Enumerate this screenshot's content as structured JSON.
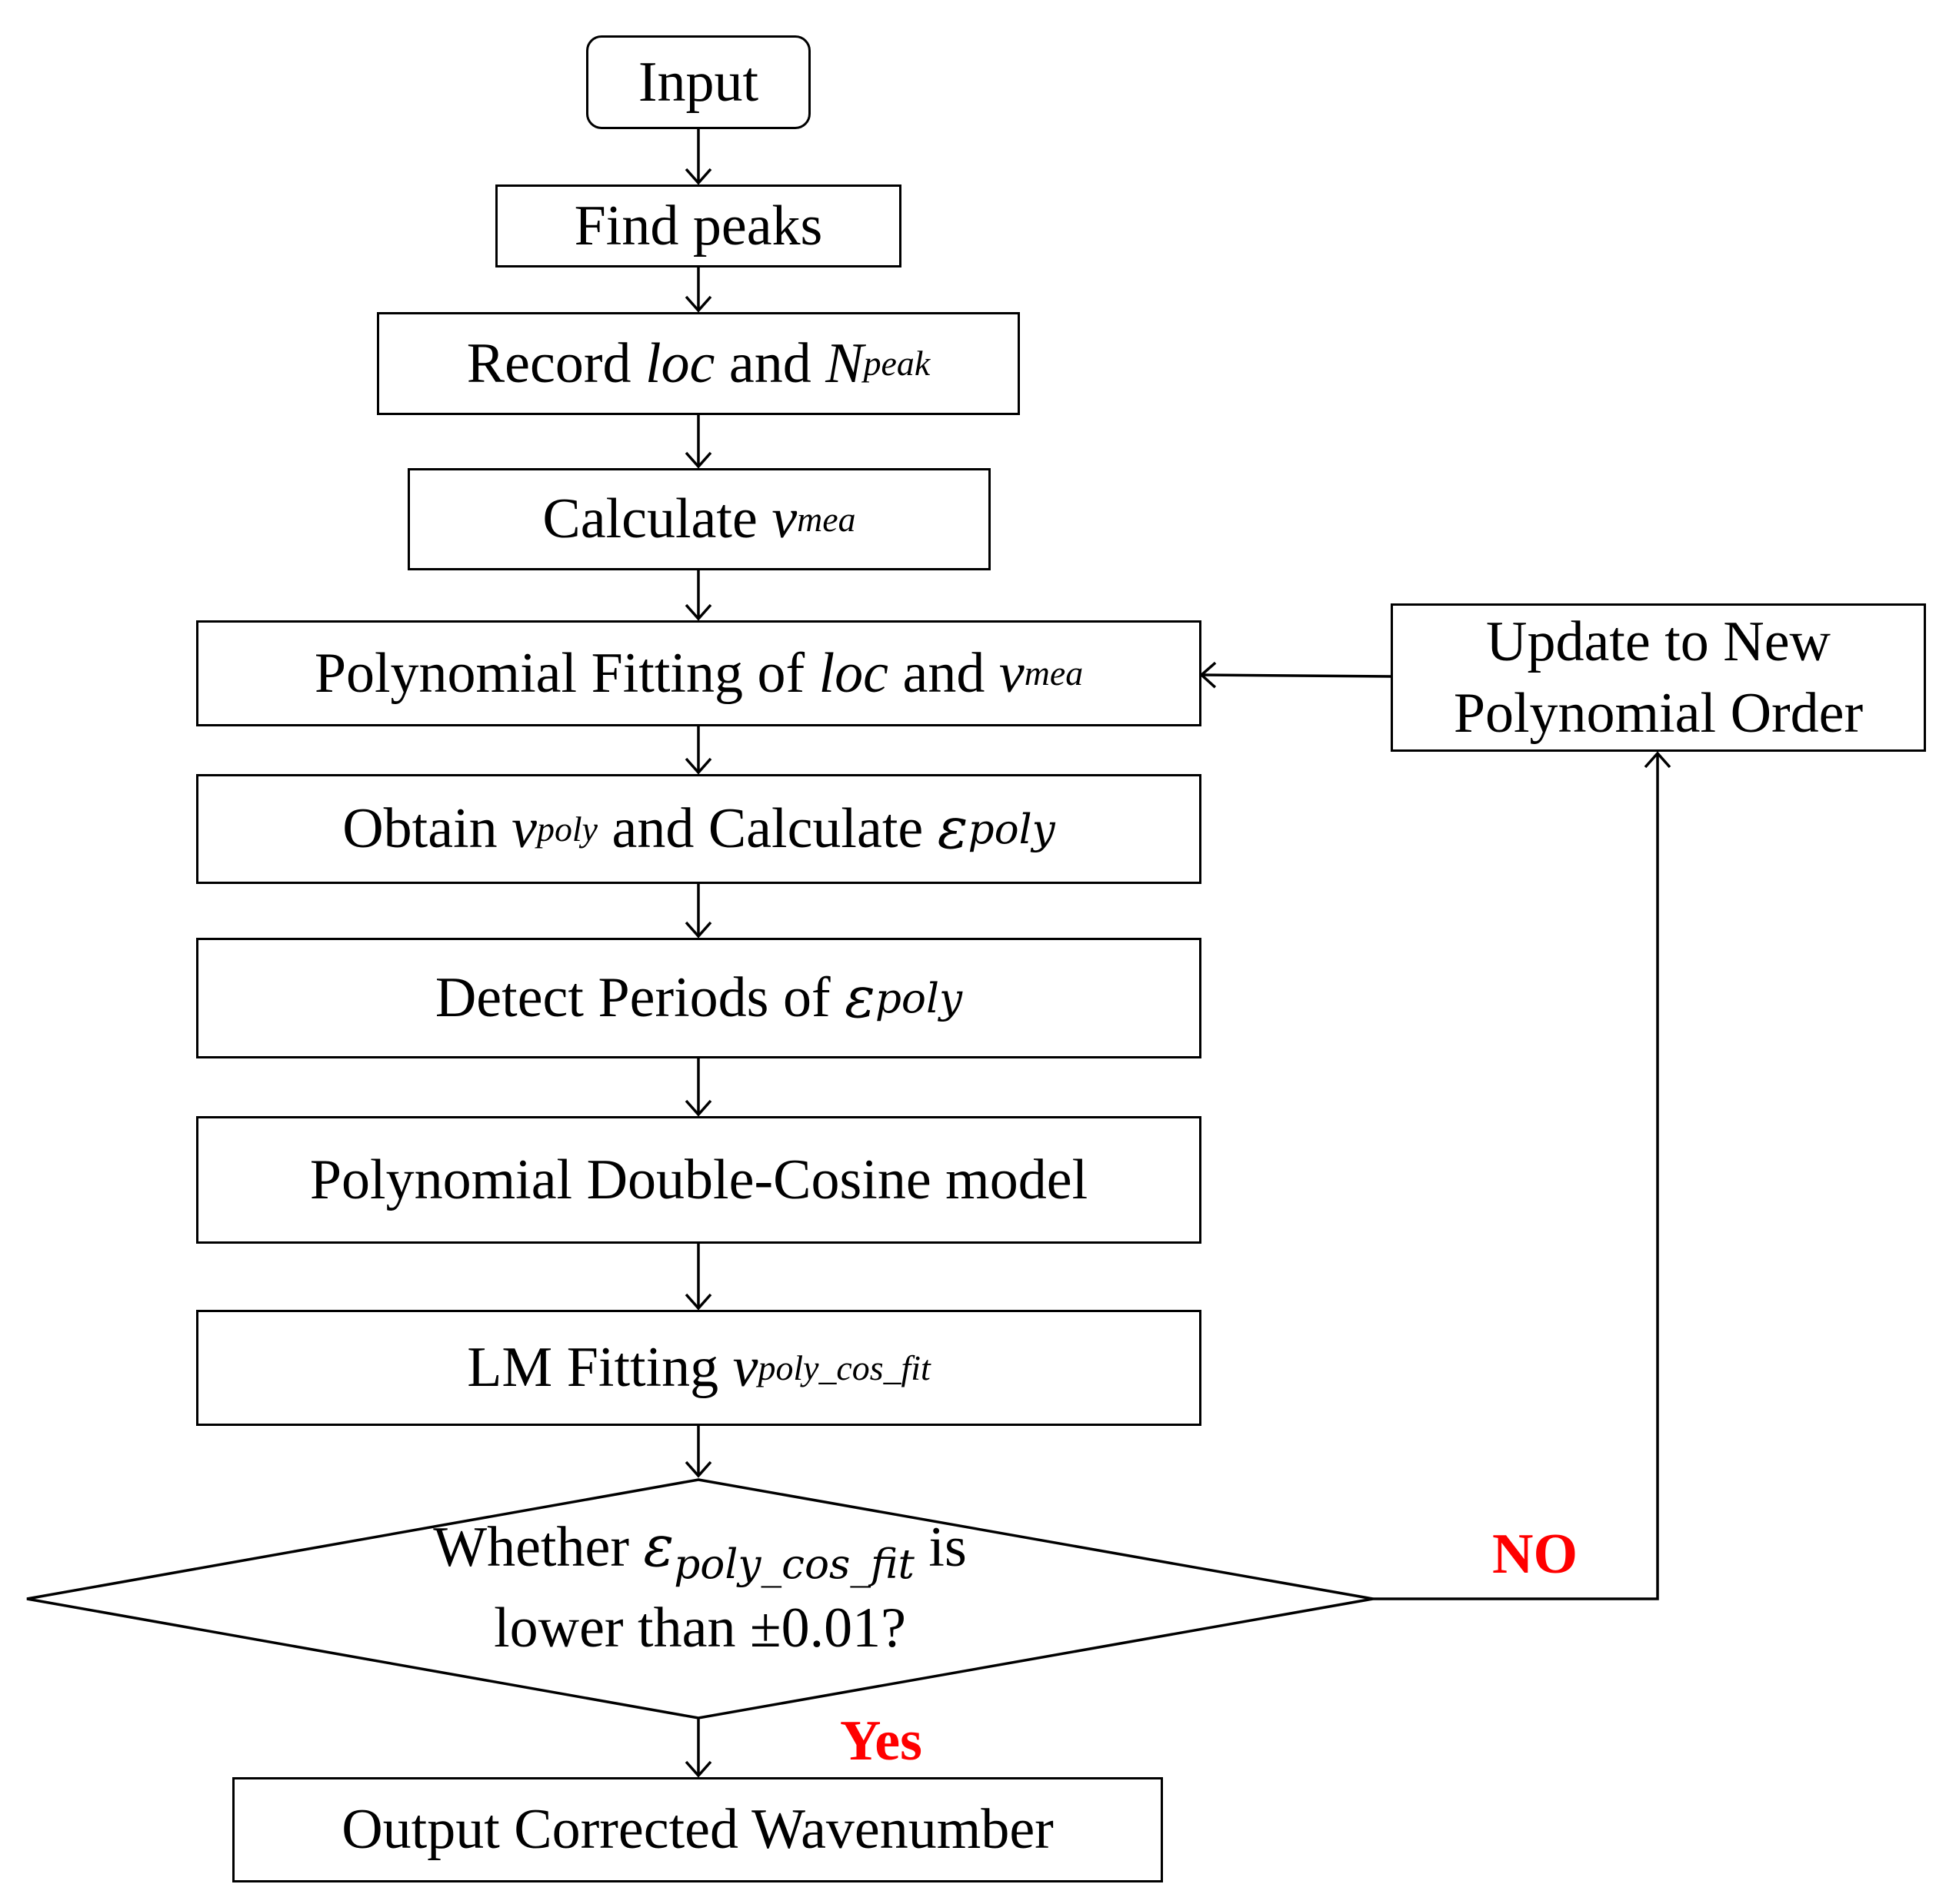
{
  "flowchart": {
    "accent_color": "#ff0000",
    "steps": {
      "input": {
        "label": "Input"
      },
      "find_peaks": {
        "label": "Find peaks"
      },
      "record": {
        "prefix": "Record ",
        "var1": "loc",
        "mid": " and ",
        "var2": "N",
        "var2_sub": "peak"
      },
      "calculate": {
        "prefix": "Calculate ",
        "var": "v",
        "var_sub": "mea"
      },
      "poly_fit": {
        "prefix": "Polynomial Fitting of ",
        "var1": "loc",
        "mid": " and ",
        "var2": "v",
        "var2_sub": "mea"
      },
      "obtain": {
        "prefix": "Obtain ",
        "var1": "v",
        "var1_sub": "poly",
        "mid": " and Calculate ",
        "var2": "ε",
        "var2_sub": "poly"
      },
      "detect": {
        "prefix": "Detect Periods of ",
        "var": "ε",
        "var_sub": "poly"
      },
      "model": {
        "label": "Polynomial Double-Cosine model"
      },
      "lm_fit": {
        "prefix": "LM Fitting ",
        "var": "v",
        "var_sub": "poly_cos_fit"
      },
      "update": {
        "line1": "Update to New",
        "line2": "Polynomial Order"
      },
      "output": {
        "label": "Output Corrected Wavenumber"
      }
    },
    "decision": {
      "line1_prefix": "Whether ",
      "line1_var": "ε",
      "line1_sub": "poly_cos_fit",
      "line1_suffix": " is",
      "line2": "lower than ±0.01?"
    },
    "branches": {
      "no": "NO",
      "yes": "Yes"
    }
  }
}
